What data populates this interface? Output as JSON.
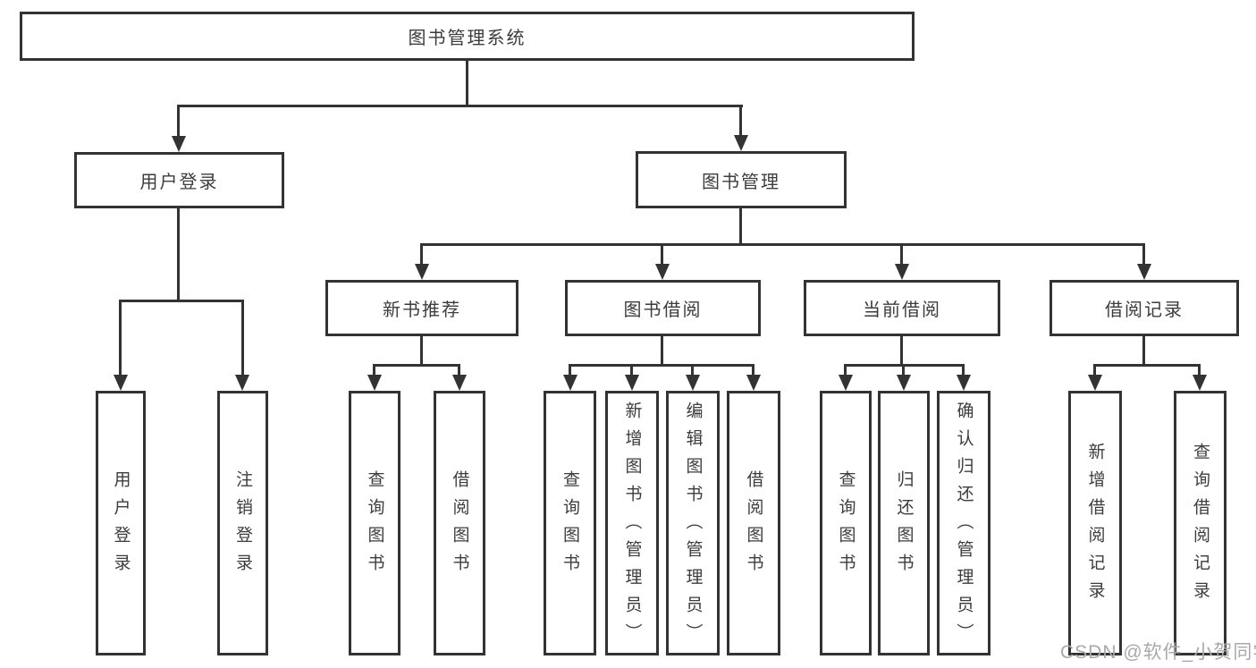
{
  "diagram_type": "hierarchical-tree",
  "tree": {
    "root": "图书管理系统",
    "branches": [
      {
        "label": "用户登录",
        "children": [
          "用户登录",
          "注销登录"
        ]
      },
      {
        "label": "图书管理",
        "children": [
          {
            "label": "新书推荐",
            "children": [
              "查询图书",
              "借阅图书"
            ]
          },
          {
            "label": "图书借阅",
            "children": [
              "查询图书",
              "新增图书（管理员）",
              "编辑图书（管理员）",
              "借阅图书"
            ]
          },
          {
            "label": "当前借阅",
            "children": [
              "查询图书",
              "归还图书",
              "确认归还（管理员）"
            ]
          },
          {
            "label": "借阅记录",
            "children": [
              "新增借阅记录",
              "查询借阅记录"
            ]
          }
        ]
      }
    ]
  },
  "watermark": {
    "text": "CSDN @软件_小贺同学",
    "color": "#a9a9a9"
  },
  "colors": {
    "line": "#333333",
    "box_border": "#333333",
    "box_fill": "#ffffff",
    "text": "#3c3c3c",
    "background": "#ffffff"
  }
}
